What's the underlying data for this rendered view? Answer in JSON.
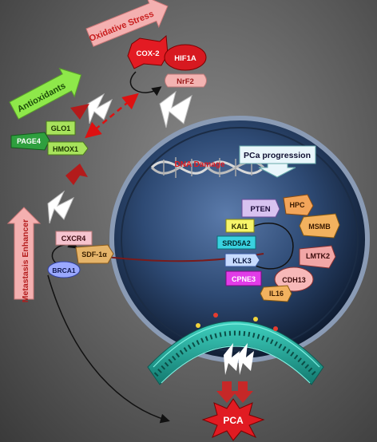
{
  "labels": {
    "oxidative_stress": "Oxidative Stress",
    "antioxidants": "Antioxidants",
    "metastasis_enhancer": "Metastasis Enhancer",
    "pca_progression": "PCa progression",
    "dna_damage": "DNA Damage",
    "pca": "PCA"
  },
  "genes": {
    "cox2": "COX-2",
    "hif1a": "HIF1A",
    "nrf2": "NrF2",
    "glo1": "GLO1",
    "page4": "PAGE4",
    "hmox1": "HMOX1",
    "cxcr4": "CXCR4",
    "sdf1a": "SDF-1α",
    "brca1": "BRCA1",
    "pten": "PTEN",
    "hpc": "HPC",
    "msmb": "MSMB",
    "kai1": "KAI1",
    "srd5a2": "SRD5A2",
    "lmtk2": "LMTK2",
    "klk3": "KLK3",
    "cdh13": "CDH13",
    "cpne3": "CPNE3",
    "il16": "IL16"
  },
  "colors": {
    "green_banner": "#8ee84a",
    "pink_banner": "#f4b0b0",
    "cell_core": "#3e5f8e",
    "membrane": "#2fb3a3",
    "pca_star": "#e11b22"
  }
}
